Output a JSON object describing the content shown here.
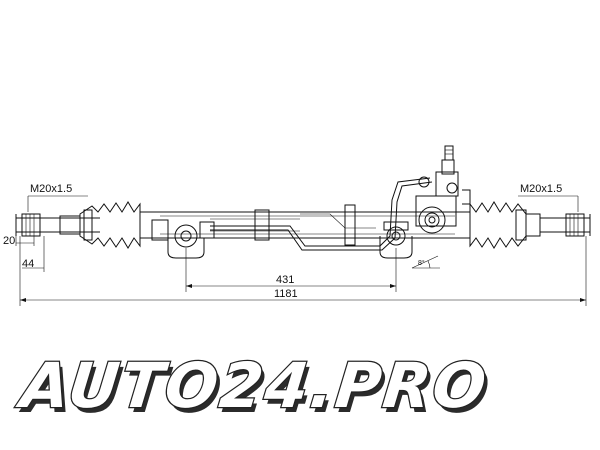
{
  "part": {
    "left_thread_label": "M20x1.5",
    "right_thread_label": "M20x1.5",
    "dim_20": "20",
    "dim_44": "44",
    "dim_431": "431",
    "dim_1181": "1181",
    "angle_label": "8°"
  },
  "watermark": {
    "text": "AUTO24.PRO"
  },
  "colors": {
    "line": "#111111",
    "background": "#ffffff",
    "watermark_fill": "#ffffff",
    "watermark_outline": "#222222"
  }
}
